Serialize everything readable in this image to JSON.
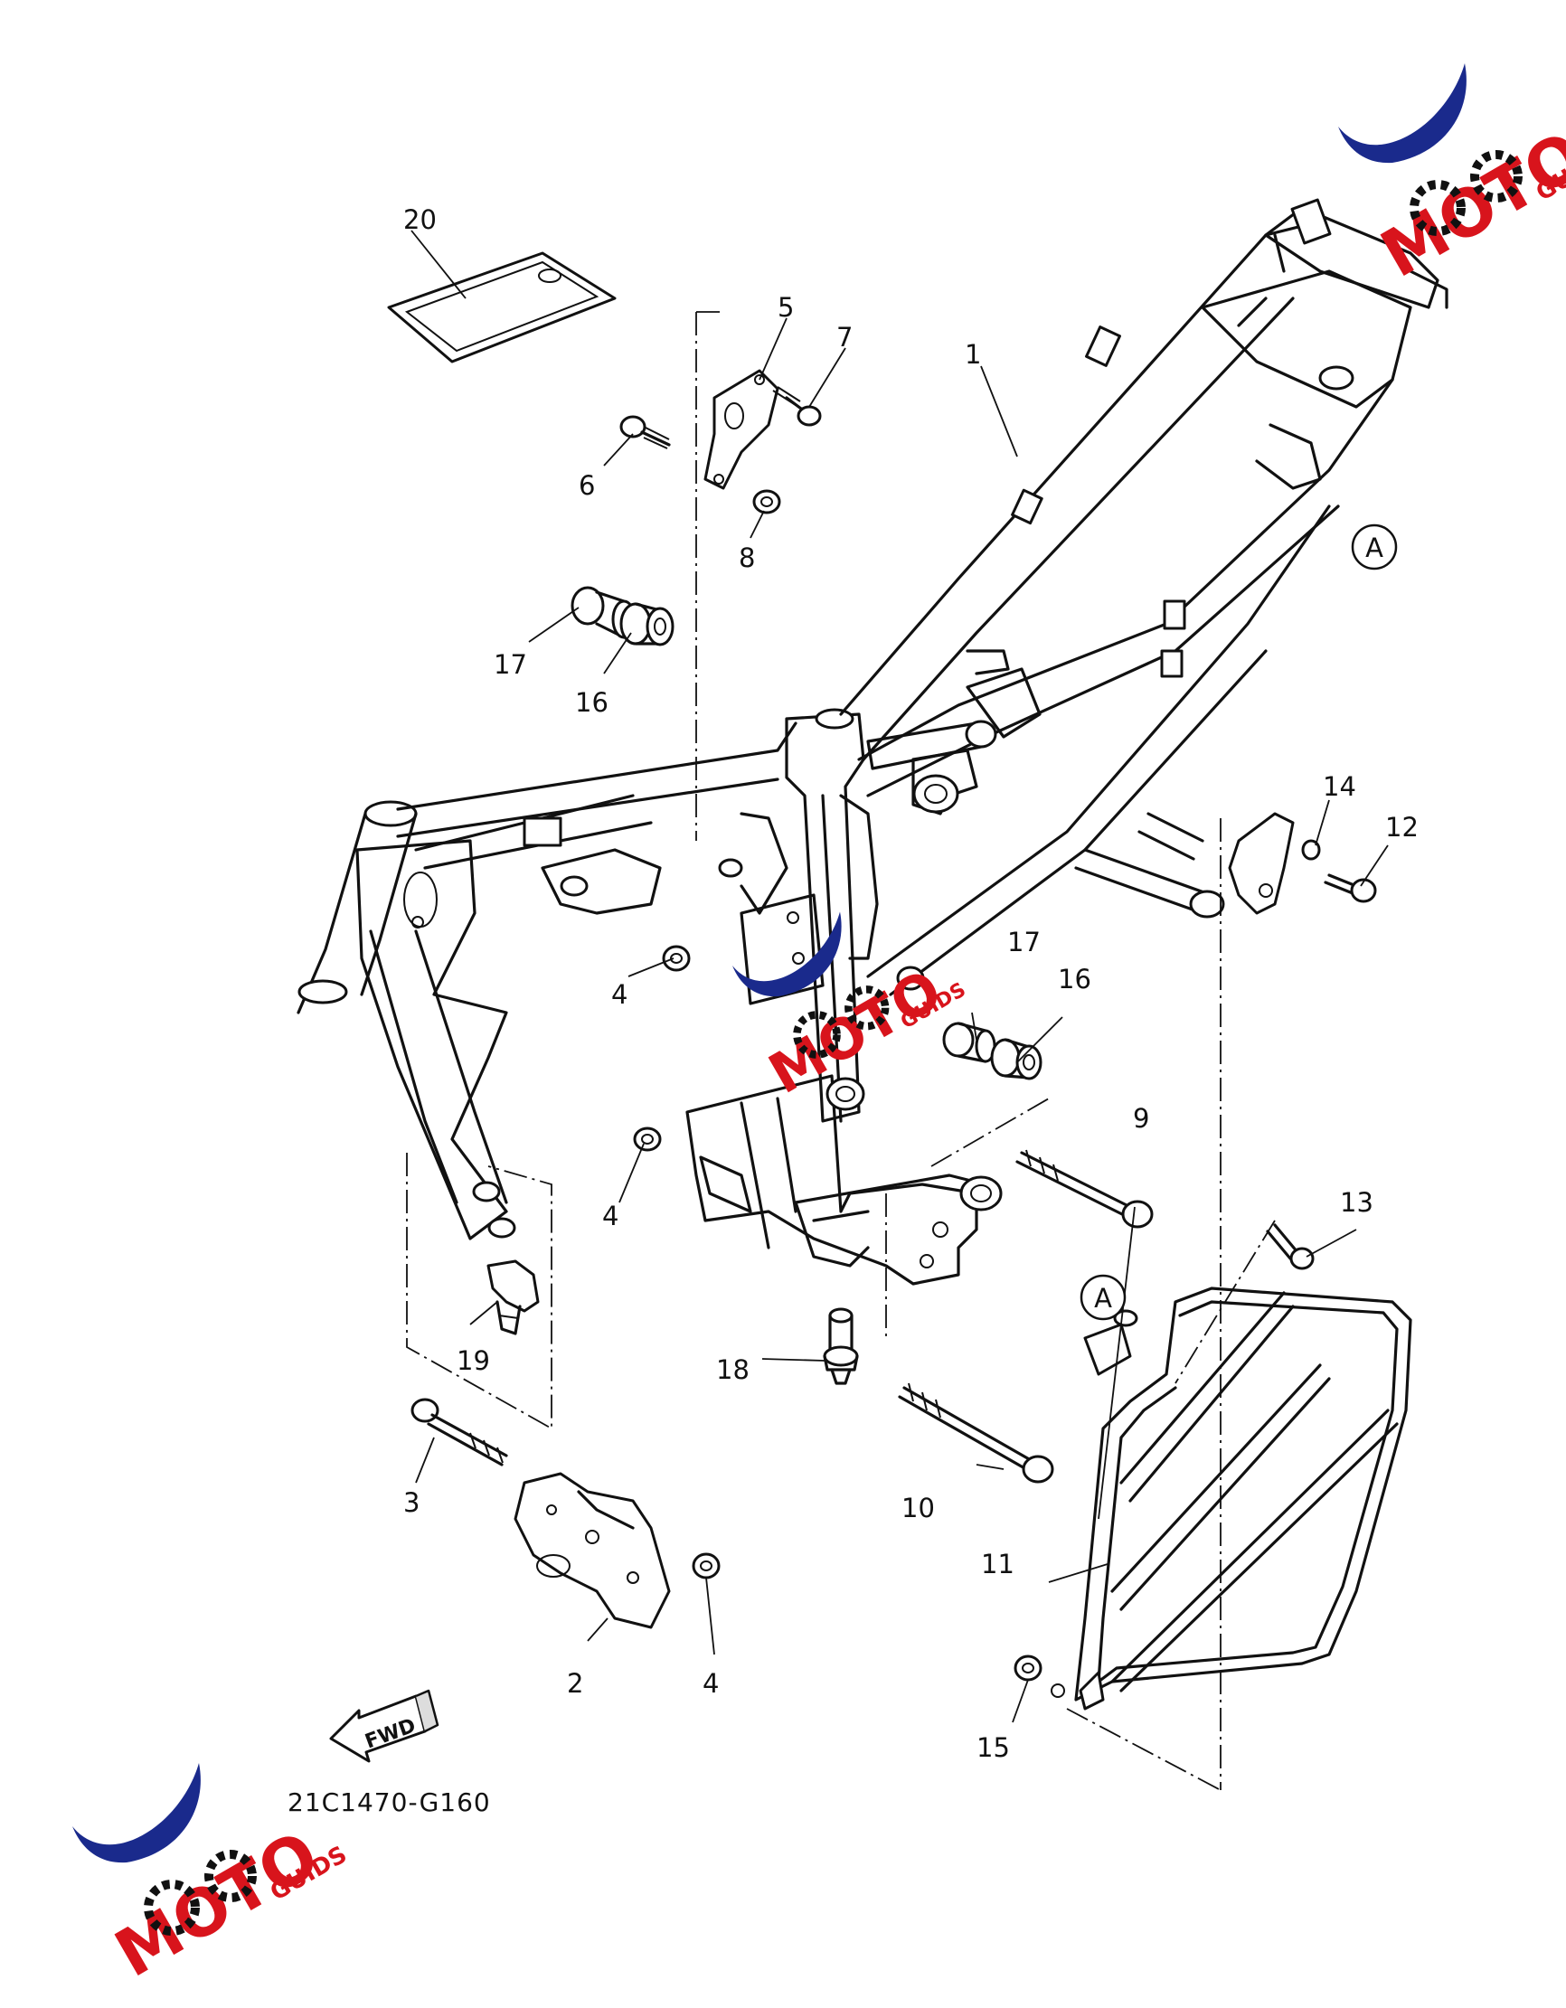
{
  "diagram": {
    "part_code": "21C1470-G160",
    "fwd_label": "FWD",
    "ref_marker": "A",
    "callouts": [
      {
        "id": "1",
        "label": "1"
      },
      {
        "id": "2",
        "label": "2"
      },
      {
        "id": "3",
        "label": "3"
      },
      {
        "id": "4a",
        "label": "4"
      },
      {
        "id": "4b",
        "label": "4"
      },
      {
        "id": "4c",
        "label": "4"
      },
      {
        "id": "5",
        "label": "5"
      },
      {
        "id": "6",
        "label": "6"
      },
      {
        "id": "7",
        "label": "7"
      },
      {
        "id": "8",
        "label": "8"
      },
      {
        "id": "9",
        "label": "9"
      },
      {
        "id": "10",
        "label": "10"
      },
      {
        "id": "11",
        "label": "11"
      },
      {
        "id": "12",
        "label": "12"
      },
      {
        "id": "13",
        "label": "13"
      },
      {
        "id": "14",
        "label": "14"
      },
      {
        "id": "15",
        "label": "15"
      },
      {
        "id": "16a",
        "label": "16"
      },
      {
        "id": "16b",
        "label": "16"
      },
      {
        "id": "17a",
        "label": "17"
      },
      {
        "id": "17b",
        "label": "17"
      },
      {
        "id": "18",
        "label": "18"
      },
      {
        "id": "19",
        "label": "19"
      },
      {
        "id": "20",
        "label": "20"
      }
    ]
  },
  "watermark": {
    "brand_main": "MOTO",
    "brand_sub": "GUIDS",
    "colors": {
      "swoosh": "#1a2a8c",
      "accent": "#d8141c",
      "gear": "#111111"
    }
  }
}
